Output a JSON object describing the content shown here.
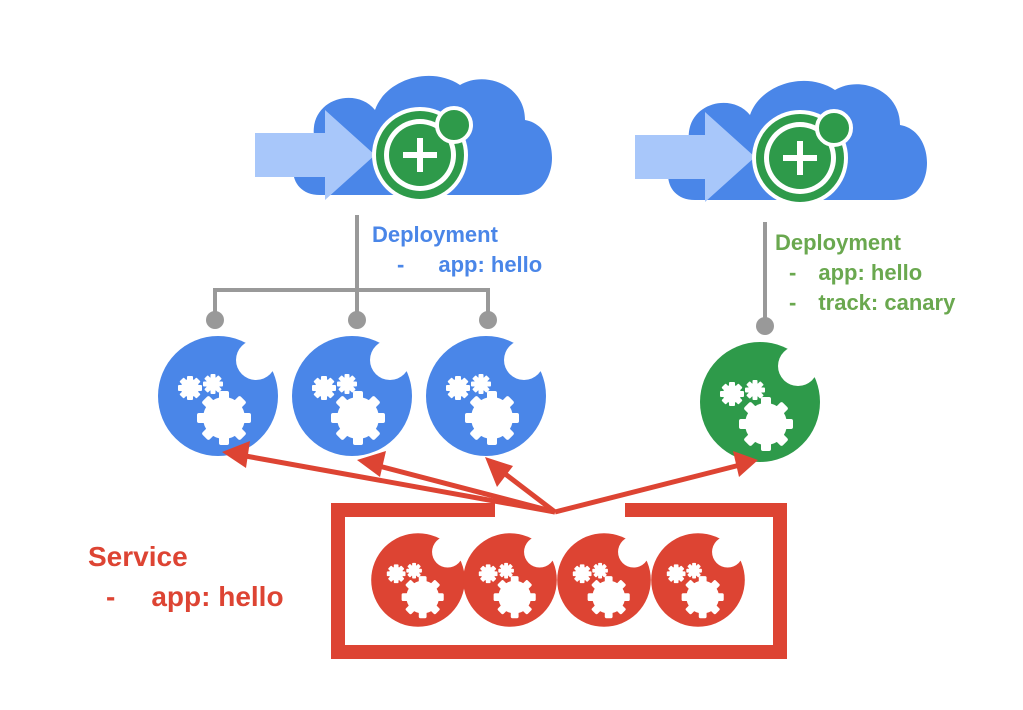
{
  "colors": {
    "blue": "#4a86e8",
    "green": "#2e9a4a",
    "red": "#dd4433",
    "arrow_light": "#a8c7fa",
    "connector": "#999999",
    "canary_label": "#6aa84f"
  },
  "deployments": [
    {
      "id": "hello",
      "color": "blue",
      "icon": "deployment-plus-icon",
      "title": "Deployment",
      "labels": [
        "app: hello"
      ],
      "pod_count": 3
    },
    {
      "id": "canary",
      "color": "green",
      "icon": "deployment-plus-icon",
      "title": "Deployment",
      "labels": [
        "app: hello",
        "track: canary"
      ],
      "pod_count": 1
    }
  ],
  "service": {
    "title": "Service",
    "labels": [
      "app: hello"
    ],
    "pod_icon_count": 4,
    "icon": "pod-gears-icon"
  }
}
